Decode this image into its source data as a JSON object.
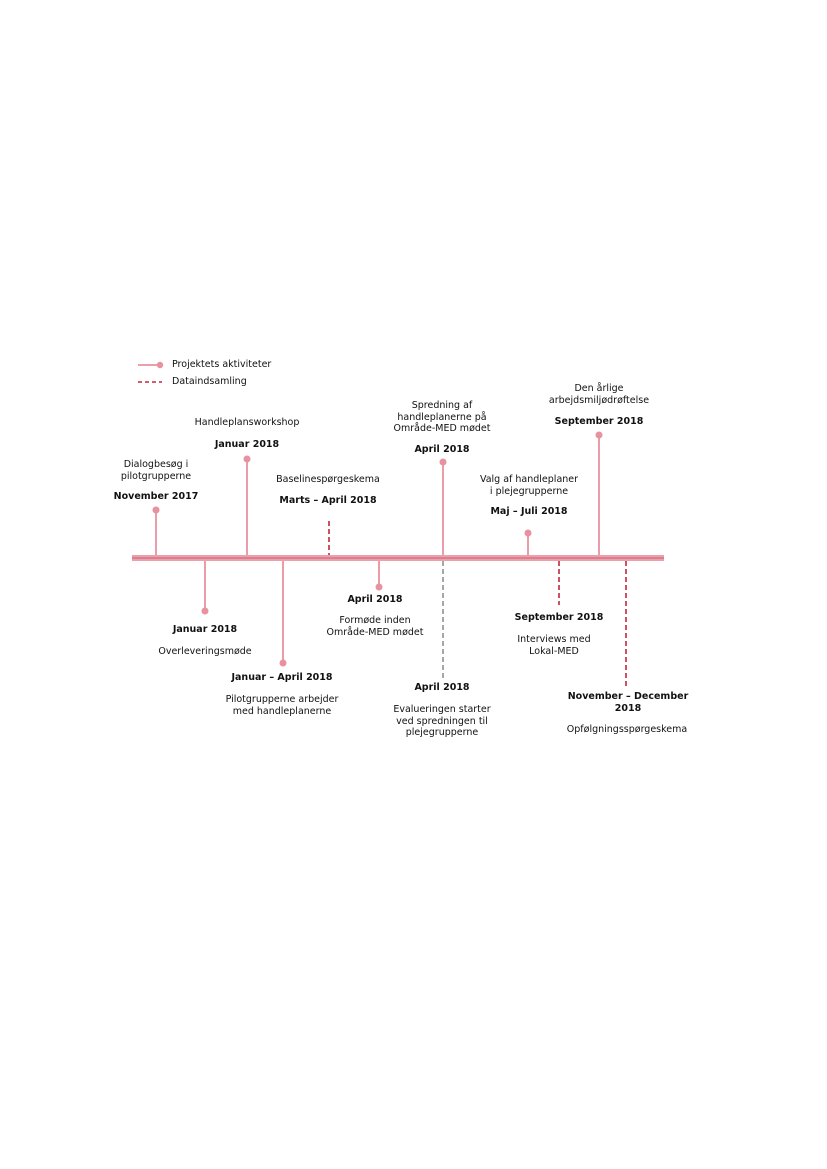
{
  "colors": {
    "activity": "#e8919f",
    "data_collection": "#c0283c",
    "evaluation_line": "#8a8a8a",
    "text": "#111111"
  },
  "legend": {
    "activities": "Projektets aktiviteter",
    "data_collection": "Dataindsamling"
  },
  "events": {
    "dialog": {
      "label": "Dialogbesøg i\npilotgrupperne",
      "date": "November 2017"
    },
    "workshop": {
      "label": "Handleplansworkshop",
      "date": "Januar 2018"
    },
    "baseline": {
      "label": "Baselinespørgeskema",
      "date": "Marts – April 2018"
    },
    "spredning": {
      "label": "Spredning af\nhandleplanerne på\nOmråde-MED mødet",
      "date": "April 2018"
    },
    "valg": {
      "label": "Valg af handleplaner\ni plejegrupperne",
      "date": "Maj – Juli 2018"
    },
    "aarlige": {
      "label": "Den årlige\narbejdsmiljødrøftelse",
      "date": "September 2018"
    },
    "overlevering": {
      "label": "Overleveringsmøde",
      "date": "Januar 2018"
    },
    "pilot": {
      "label": "Pilotgrupperne arbejder\nmed handleplanerne",
      "date": "Januar – April 2018"
    },
    "formoede": {
      "label": "Formøde inden\nOmråde-MED mødet",
      "date": "April 2018"
    },
    "evaluering": {
      "label": "Evalueringen starter\nved spredningen til\nplejegrupperne",
      "date": "April 2018"
    },
    "interviews": {
      "label": "Interviews med\nLokal-MED",
      "date": "September 2018"
    },
    "opfoelgning": {
      "label": "Opfølgningsspørgeskema",
      "date": "November – December\n2018"
    }
  }
}
